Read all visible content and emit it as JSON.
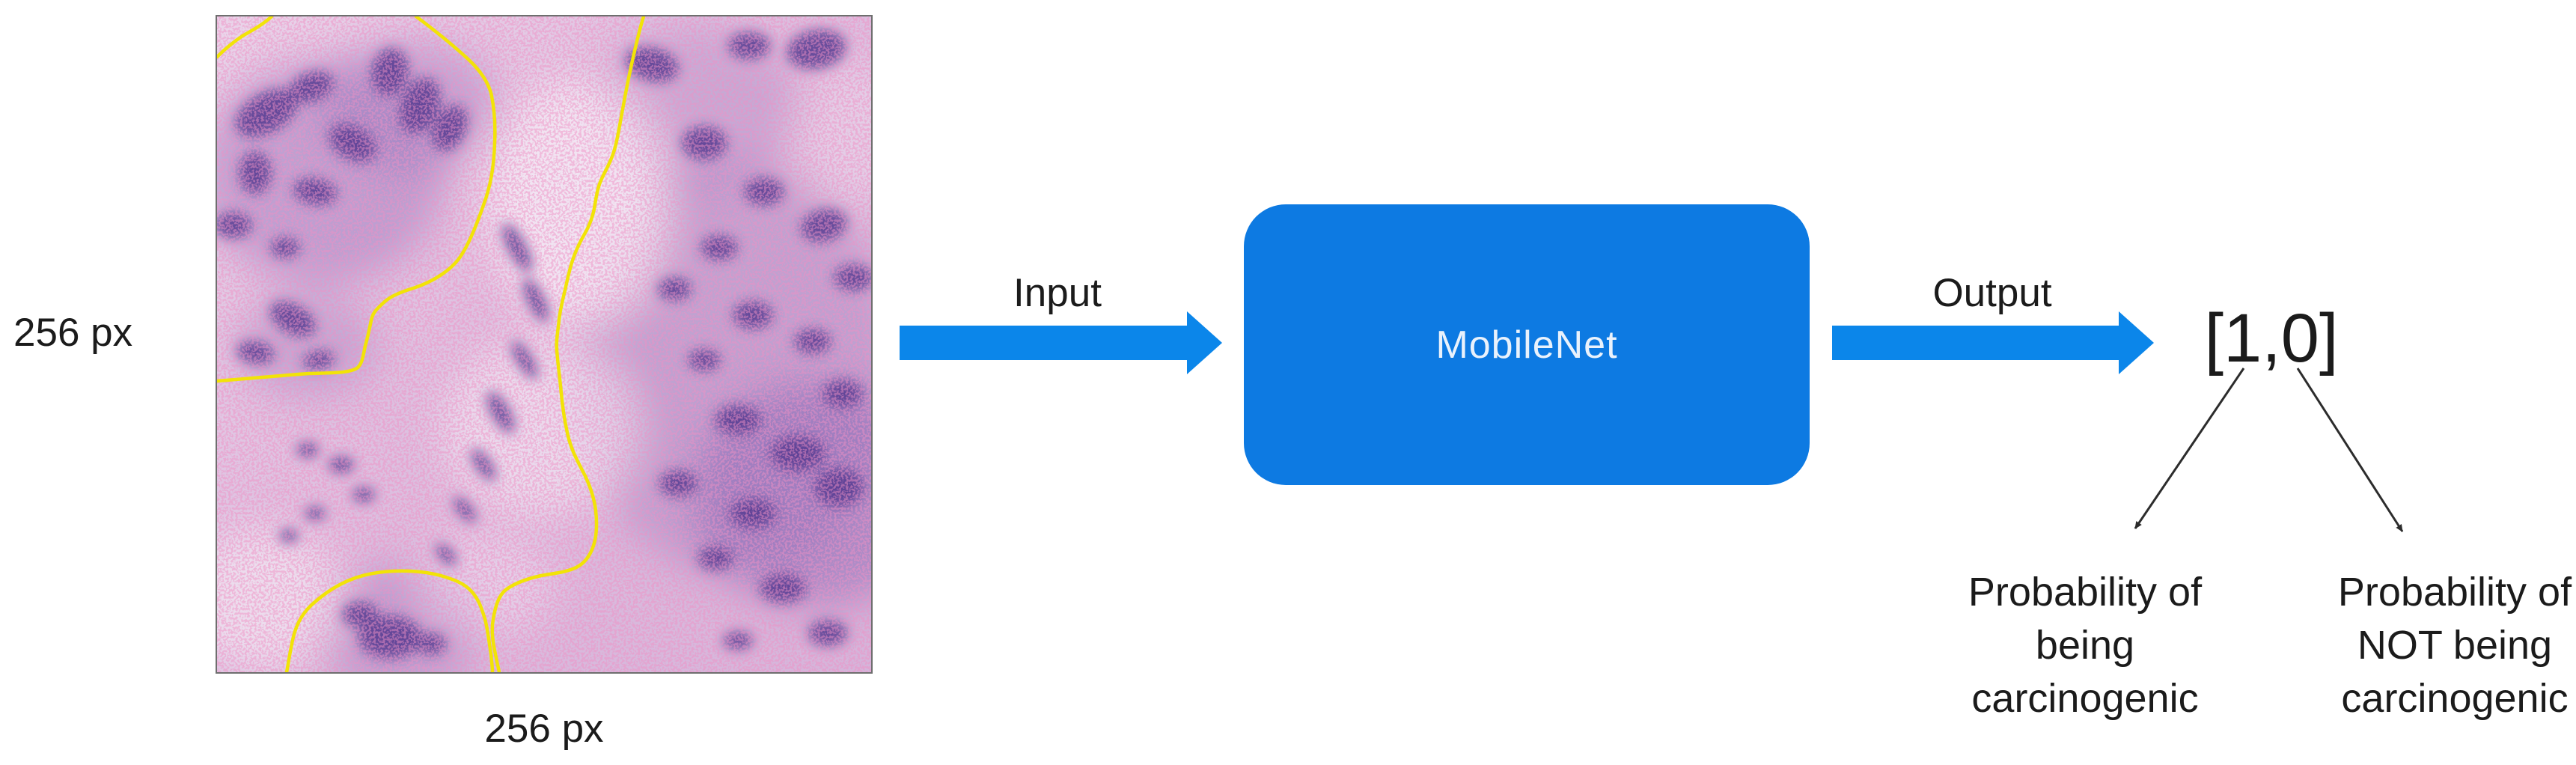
{
  "figure": {
    "type": "model-pipeline-diagram",
    "background": "#ffffff"
  },
  "input_image": {
    "height_label": "256 px",
    "width_label": "256 px"
  },
  "flow": {
    "input_label": "Input",
    "model_label": "MobileNet",
    "output_label": "Output",
    "output_vector": "[1,0]"
  },
  "outputs": {
    "left": {
      "lines": [
        "Probability of",
        "being",
        "carcinogenic"
      ]
    },
    "right": {
      "lines": [
        "Probability of",
        "NOT being",
        "carcinogenic"
      ]
    }
  },
  "colors": {
    "arrow_blue": "#0b86ea",
    "box_blue": "#0d7ae2",
    "box_text": "#e9f2fc",
    "annotation_arrow": "#2c2c2c",
    "contour_yellow": "#f2e307",
    "tissue_light": "#ecd9ec",
    "tissue_mid": "#b88cc4",
    "tissue_nucleus": "#53388f",
    "tissue_pink_speckle": "#e0508f",
    "text": "#1b1b1b"
  }
}
